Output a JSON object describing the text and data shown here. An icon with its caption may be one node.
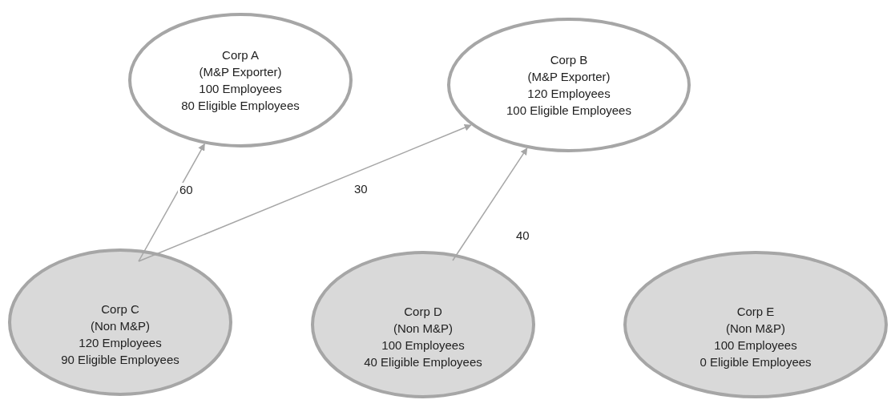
{
  "diagram": {
    "nodes": [
      {
        "text": [
          "Corp A",
          "(M&P Exporter)",
          "100 Employees",
          "80 Eligible Employees"
        ]
      },
      {
        "text": [
          "Corp B",
          "(M&P Exporter)",
          "120 Employees",
          "100 Eligible Employees"
        ]
      },
      {
        "text": [
          "Corp C",
          "(Non M&P)",
          "120 Employees",
          "90 Eligible Employees"
        ]
      },
      {
        "text": [
          "Corp D",
          "(Non M&P)",
          "100 Employees",
          "40 Eligible Employees"
        ]
      },
      {
        "text": [
          "Corp E",
          "(Non M&P)",
          "100 Employees",
          "0 Eligible Employees"
        ]
      }
    ],
    "edges": [
      {
        "from": 2,
        "to": 0,
        "arrow": "to",
        "label": "60"
      },
      {
        "from": 2,
        "to": 1,
        "arrow": "to",
        "label": "30"
      },
      {
        "from": 3,
        "to": 1,
        "arrow": "to",
        "label": "40"
      }
    ]
  }
}
